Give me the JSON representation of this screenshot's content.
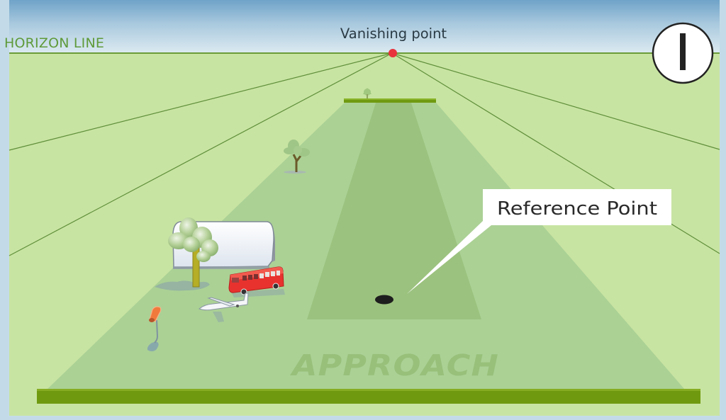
{
  "diagram": {
    "title": "Approach perspective illustration",
    "step_badge": {
      "label": "I"
    },
    "labels": {
      "horizon_line": "HORIZON LINE",
      "vanishing_point": "Vanishing point",
      "reference_point": "Reference Point",
      "approach": "APPROACH"
    },
    "scene_objects": [
      "horizon-line",
      "vanishing-point",
      "perspective-lines",
      "landing-field",
      "runway-strip",
      "reference-point-marker",
      "far-hedge",
      "far-tree",
      "mid-tree",
      "hangar",
      "large-tree",
      "bus",
      "glider",
      "windsock",
      "threshold-bar"
    ],
    "colors": {
      "sky_top": "#6fa3c8",
      "sky_bottom": "#dceaf1",
      "frame": "#c3dbe8",
      "grass": "#c8e4a2",
      "field": "#abd195",
      "runway": "#9cc27f",
      "horizon_line": "#6b9b3a",
      "vanishing_point": "#e8323c",
      "threshold_bar": "#6f9a10",
      "bus": "#e8322e",
      "windsock": "#f07a3c",
      "reference_marker": "#1e1e1e"
    }
  }
}
